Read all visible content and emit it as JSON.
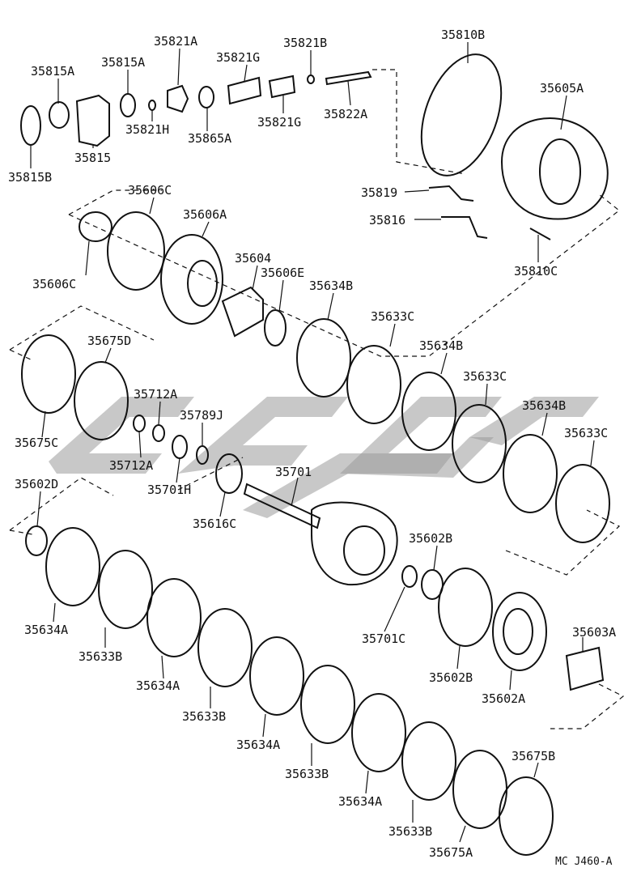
{
  "diagram_code": "MC J460-A",
  "labels": {
    "p35815A_1": "35815A",
    "p35815A_2": "35815A",
    "p35821A": "35821A",
    "p35821B": "35821B",
    "p35810B": "35810B",
    "p35821G_1": "35821G",
    "p35821G_2": "35821G",
    "p35605A": "35605A",
    "p35822A": "35822A",
    "p35821H": "35821H",
    "p35815": "35815",
    "p35865A": "35865A",
    "p35815B": "35815B",
    "p35819": "35819",
    "p35816": "35816",
    "p35606C_1": "35606C",
    "p35606C_2": "35606C",
    "p35606A": "35606A",
    "p35810C": "35810C",
    "p35604": "35604",
    "p35606E": "35606E",
    "p35634B_1": "35634B",
    "p35634B_2": "35634B",
    "p35634B_3": "35634B",
    "p35633C_1": "35633C",
    "p35633C_2": "35633C",
    "p35633C_3": "35633C",
    "p35675D": "35675D",
    "p35712A_1": "35712A",
    "p35712A_2": "35712A",
    "p35789J": "35789J",
    "p35675C": "35675C",
    "p35701H": "35701H",
    "p35701": "35701",
    "p35602D": "35602D",
    "p35616C": "35616C",
    "p35602B_1": "35602B",
    "p35602B_2": "35602B",
    "p35634A_1": "35634A",
    "p35634A_2": "35634A",
    "p35634A_3": "35634A",
    "p35634A_4": "35634A",
    "p35633B_1": "35633B",
    "p35633B_2": "35633B",
    "p35633B_3": "35633B",
    "p35633B_4": "35633B",
    "p35701C": "35701C",
    "p35603A": "35603A",
    "p35602A": "35602A",
    "p35675B": "35675B",
    "p35675A": "35675A"
  }
}
